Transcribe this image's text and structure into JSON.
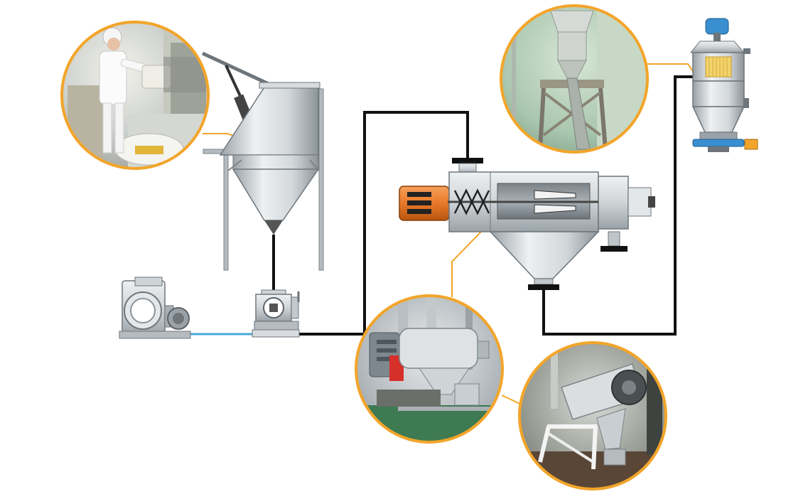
{
  "diagram": {
    "type": "process-flow",
    "colors": {
      "background": "#ffffff",
      "vessel_light": "#eceeef",
      "vessel_mid": "#c9ced2",
      "vessel_dark": "#8f979d",
      "outline": "#6e767c",
      "pipe": "#111111",
      "air_line": "#4aa8d8",
      "callout": "#f2a52a",
      "motor": "#e8792a",
      "filter_cap": "#3a8fd0",
      "filter_media": "#f3d36b"
    },
    "components": [
      {
        "id": "bag-dump-station",
        "icon": "bag-dump-hopper-icon"
      },
      {
        "id": "blower",
        "icon": "blower-icon"
      },
      {
        "id": "rotary-valve",
        "icon": "rotary-valve-icon"
      },
      {
        "id": "centrifugal-sifter",
        "icon": "centrifugal-sifter-icon"
      },
      {
        "id": "cyclone-receiver",
        "icon": "cyclone-receiver-icon"
      }
    ],
    "photos": [
      {
        "id": "photo-operator-bag-dump",
        "icon": "operator-photo-icon"
      },
      {
        "id": "photo-cyclone-installation",
        "icon": "cyclone-photo-icon"
      },
      {
        "id": "photo-sifter-unit",
        "icon": "sifter-photo-icon"
      },
      {
        "id": "photo-sifter-installation",
        "icon": "sifter-installed-photo-icon"
      }
    ]
  }
}
